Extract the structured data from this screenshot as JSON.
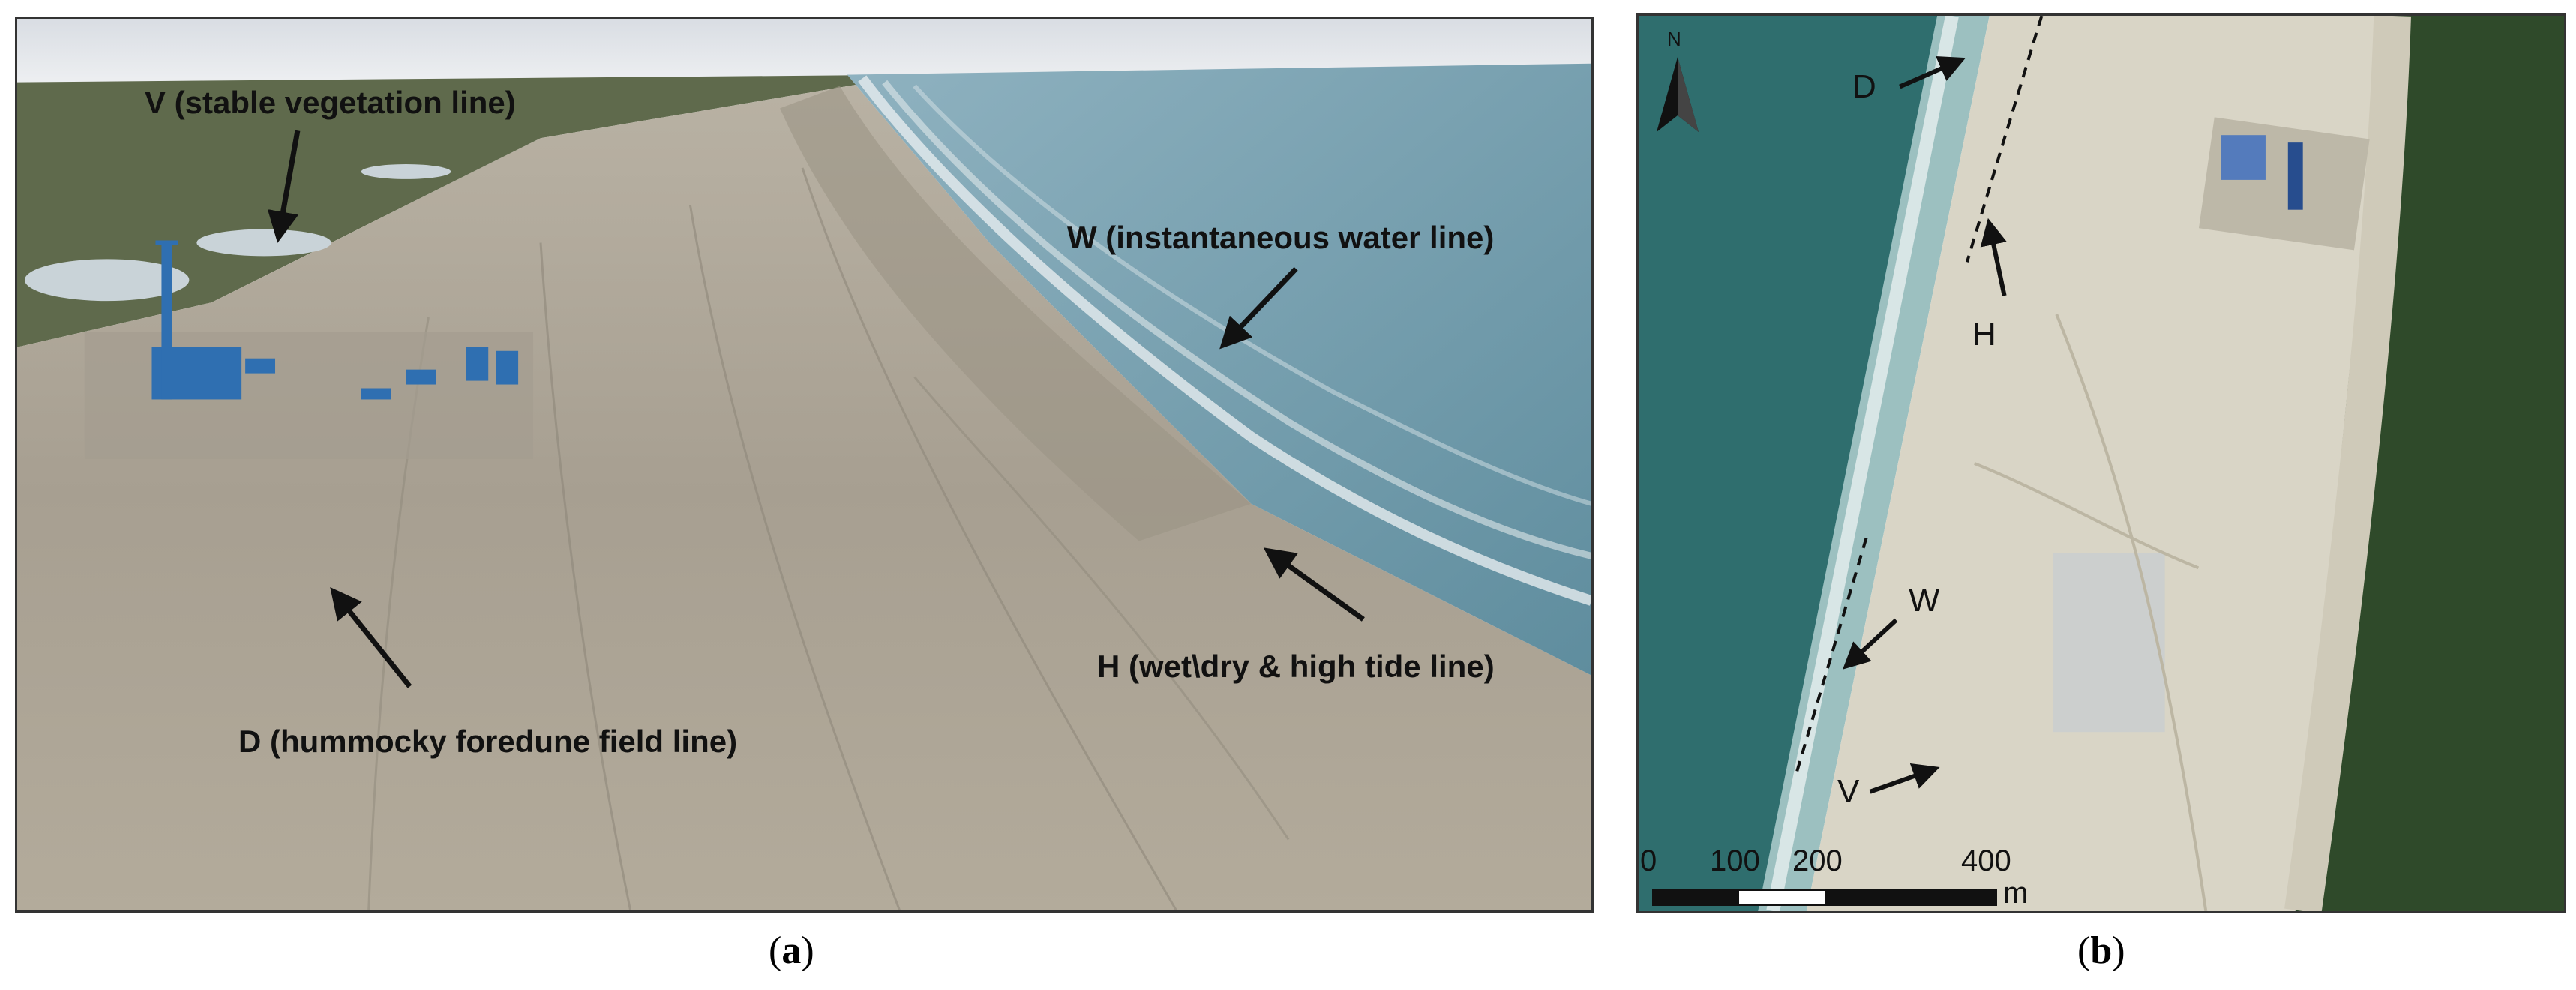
{
  "panel_a": {
    "labels": {
      "V": "V (stable vegetation line)",
      "W": "W (instantaneous water line)",
      "H": "H (wet\\dry & high tide line)",
      "D": "D (hummocky foredune field line)"
    },
    "caption": "a"
  },
  "panel_b": {
    "labels": {
      "D": "D",
      "H": "H",
      "W": "W",
      "V": "V"
    },
    "north": "N",
    "scale_ticks": [
      "0",
      "100",
      "200",
      "400"
    ],
    "scale_unit": "m",
    "caption": "b"
  },
  "colors": {
    "sea": "#6f9aa8",
    "beach": "#bdb6a8",
    "tundra": "#5d6a4b",
    "sat_sea": "#2f6e6e",
    "sat_sand": "#d9d5c6",
    "sat_veg": "#2f4a2a"
  }
}
